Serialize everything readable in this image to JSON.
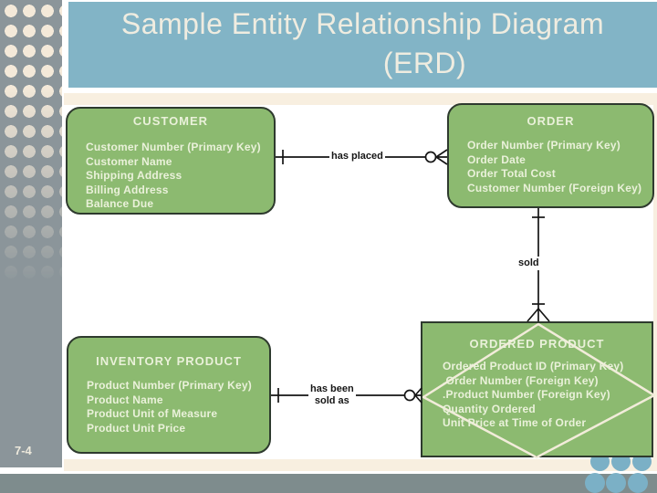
{
  "slide": {
    "title_line1": "Sample Entity Relationship Diagram",
    "title_line2": "(ERD)",
    "page_number": "7-4"
  },
  "colors": {
    "title_background": "#82B4C6",
    "title_text": "#EFECE0",
    "entity_fill": "#8CBA70",
    "entity_border": "#2E3A2E",
    "entity_text": "#EAF1DA",
    "sidebar_gray": "#8B959A",
    "sidebar_dot_cream": "#F4E9D9",
    "frame_cream": "#F8EFE0",
    "footer_bar_gray": "#7E8C8D",
    "footer_dot_blue": "#7BB0C6",
    "connector_black": "#151515",
    "diamond_cream": "#F2ECDA"
  },
  "diagram": {
    "entities": [
      {
        "name": "CUSTOMER",
        "attributes": [
          "Customer Number (Primary Key)",
          "Customer Name",
          "Shipping Address",
          "Billing Address",
          "Balance Due"
        ]
      },
      {
        "name": "ORDER",
        "attributes": [
          "Order Number (Primary Key)",
          "Order Date",
          "Order Total Cost",
          "Customer Number (Foreign Key)"
        ]
      },
      {
        "name": "INVENTORY PRODUCT",
        "attributes": [
          "Product Number (Primary Key)",
          "Product Name",
          "Product Unit of Measure",
          "Product Unit Price"
        ]
      },
      {
        "name": "ORDERED PRODUCT",
        "attributes": [
          "Ordered Product ID (Primary Key)",
          ".Order Number (Foreign Key)",
          ".Product Number (Foreign Key)",
          "Quantity Ordered",
          "Unit Price at Time of Order"
        ]
      }
    ],
    "relationships": [
      {
        "from": "CUSTOMER",
        "to": "ORDER",
        "label": "has placed",
        "notation": "one bar at CUSTOMER, circle and crow's foot at ORDER"
      },
      {
        "from": "ORDER",
        "to": "ORDERED PRODUCT",
        "label": "sold",
        "notation": "one bar at ORDER, bar and crow's foot at ORDERED PRODUCT"
      },
      {
        "from": "INVENTORY PRODUCT",
        "to": "ORDERED PRODUCT",
        "label_line1": "has been",
        "label_line2": "sold as",
        "notation": "one bar at INVENTORY PRODUCT, circle and crow's foot at ORDERED PRODUCT"
      }
    ]
  }
}
